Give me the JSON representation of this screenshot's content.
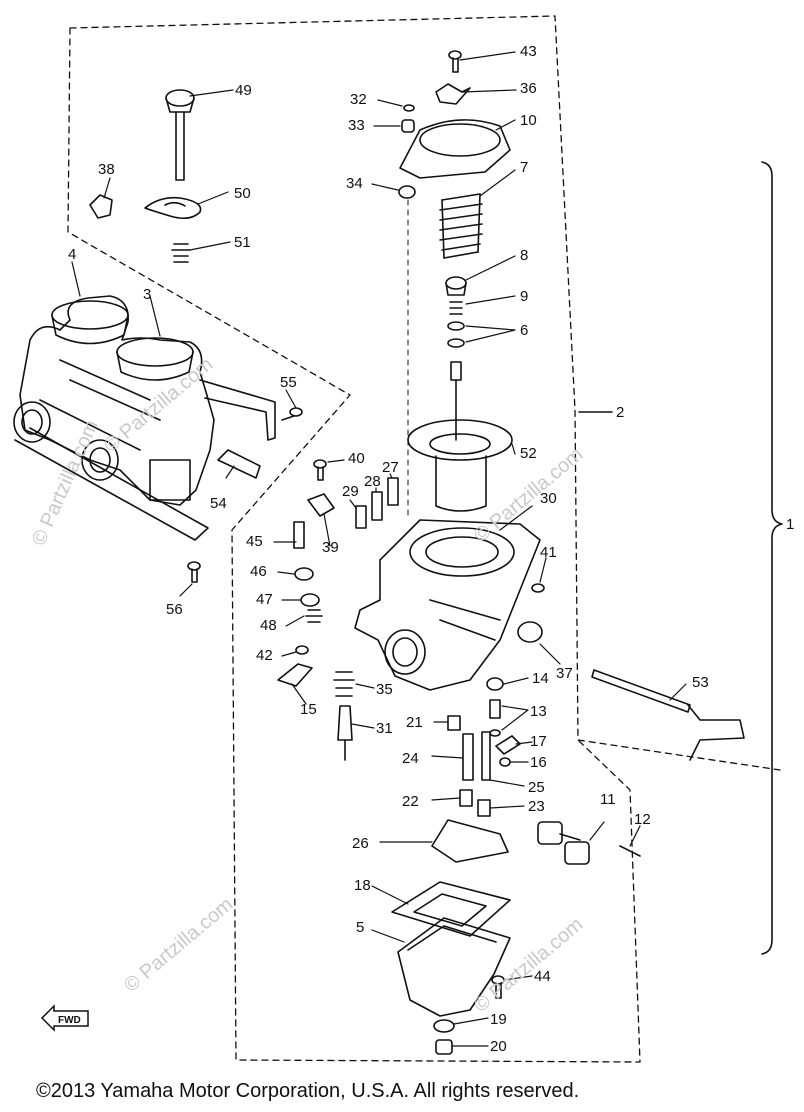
{
  "copyright": "©2013 Yamaha Motor Corporation, U.S.A. All rights reserved.",
  "watermark": "© Partzilla.com",
  "fwd": "FWD",
  "callouts": [
    {
      "id": "1",
      "text": "1"
    },
    {
      "id": "2",
      "text": "2"
    },
    {
      "id": "3",
      "text": "3"
    },
    {
      "id": "4",
      "text": "4"
    },
    {
      "id": "5",
      "text": "5"
    },
    {
      "id": "6",
      "text": "6"
    },
    {
      "id": "7",
      "text": "7"
    },
    {
      "id": "8",
      "text": "8"
    },
    {
      "id": "9",
      "text": "9"
    },
    {
      "id": "10",
      "text": "10"
    },
    {
      "id": "11",
      "text": "11"
    },
    {
      "id": "12",
      "text": "12"
    },
    {
      "id": "13",
      "text": "13"
    },
    {
      "id": "14",
      "text": "14"
    },
    {
      "id": "15",
      "text": "15"
    },
    {
      "id": "16",
      "text": "16"
    },
    {
      "id": "17",
      "text": "17"
    },
    {
      "id": "18",
      "text": "18"
    },
    {
      "id": "19",
      "text": "19"
    },
    {
      "id": "20",
      "text": "20"
    },
    {
      "id": "21",
      "text": "21"
    },
    {
      "id": "22",
      "text": "22"
    },
    {
      "id": "23",
      "text": "23"
    },
    {
      "id": "24",
      "text": "24"
    },
    {
      "id": "25",
      "text": "25"
    },
    {
      "id": "26",
      "text": "26"
    },
    {
      "id": "27",
      "text": "27"
    },
    {
      "id": "28",
      "text": "28"
    },
    {
      "id": "29",
      "text": "29"
    },
    {
      "id": "30",
      "text": "30"
    },
    {
      "id": "31",
      "text": "31"
    },
    {
      "id": "32",
      "text": "32"
    },
    {
      "id": "33",
      "text": "33"
    },
    {
      "id": "34",
      "text": "34"
    },
    {
      "id": "35",
      "text": "35"
    },
    {
      "id": "36",
      "text": "36"
    },
    {
      "id": "37",
      "text": "37"
    },
    {
      "id": "38",
      "text": "38"
    },
    {
      "id": "39",
      "text": "39"
    },
    {
      "id": "40",
      "text": "40"
    },
    {
      "id": "41",
      "text": "41"
    },
    {
      "id": "42",
      "text": "42"
    },
    {
      "id": "43",
      "text": "43"
    },
    {
      "id": "44",
      "text": "44"
    },
    {
      "id": "45",
      "text": "45"
    },
    {
      "id": "46",
      "text": "46"
    },
    {
      "id": "47",
      "text": "47"
    },
    {
      "id": "48",
      "text": "48"
    },
    {
      "id": "49",
      "text": "49"
    },
    {
      "id": "50",
      "text": "50"
    },
    {
      "id": "51",
      "text": "51"
    },
    {
      "id": "52",
      "text": "52"
    },
    {
      "id": "53",
      "text": "53"
    },
    {
      "id": "54",
      "text": "54"
    },
    {
      "id": "55",
      "text": "55"
    },
    {
      "id": "56",
      "text": "56"
    }
  ]
}
